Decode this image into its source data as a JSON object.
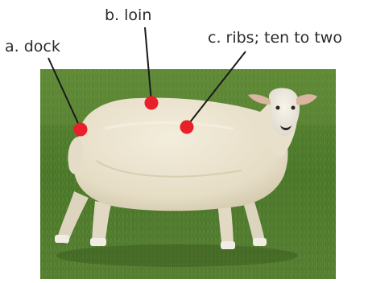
{
  "labels": {
    "a": "a. dock",
    "b": "b. loin",
    "c": "c. ribs; ten to two"
  },
  "colors": {
    "marker": "#e8202a",
    "leader_line": "#1a1a1a",
    "grass": "#4f7a2e",
    "wool": "#e9e2cf"
  }
}
